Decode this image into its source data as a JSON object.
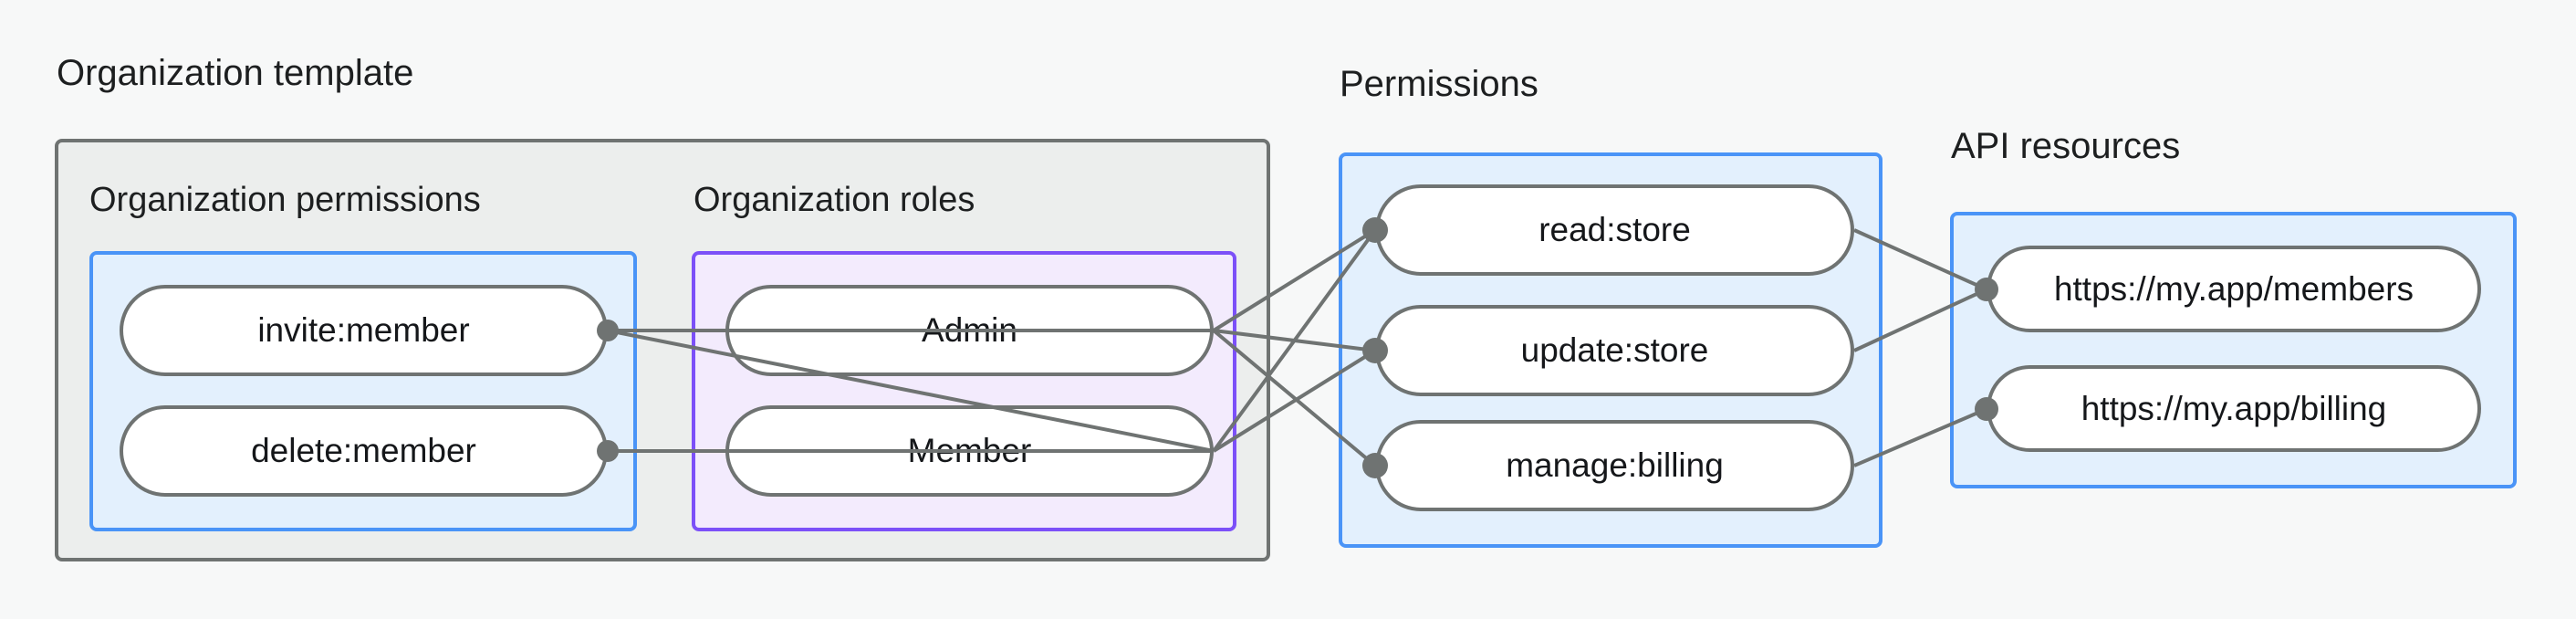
{
  "diagram": {
    "title_bar": "Organization template",
    "groups": {
      "org_template": {
        "label": "Organization template",
        "border_color": "#6f7372",
        "fill_color": "#eceeed"
      },
      "org_permissions": {
        "label": "Organization permissions",
        "border_color": "#4a94f7",
        "fill_color": "#e3f0fd",
        "nodes": [
          {
            "label": "invite:member"
          },
          {
            "label": "delete:member"
          }
        ]
      },
      "org_roles": {
        "label": "Organization roles",
        "border_color": "#7c50f8",
        "fill_color": "#f3ebfd",
        "nodes": [
          {
            "label": "Admin"
          },
          {
            "label": "Member"
          }
        ]
      },
      "permissions": {
        "label": "Permissions",
        "border_color": "#4a94f7",
        "fill_color": "#e3f0fd",
        "nodes": [
          {
            "label": "read:store"
          },
          {
            "label": "update:store"
          },
          {
            "label": "manage:billing"
          }
        ]
      },
      "api_resources": {
        "label": "API resources",
        "border_color": "#4a94f7",
        "fill_color": "#e3f0fd",
        "nodes": [
          {
            "label": "https://my.app/members"
          },
          {
            "label": "https://my.app/billing"
          }
        ]
      }
    },
    "edges": [
      {
        "from": "invite:member",
        "to": "Admin"
      },
      {
        "from": "invite:member",
        "to": "Member"
      },
      {
        "from": "delete:member",
        "to": "Member"
      },
      {
        "from": "Admin",
        "to": "read:store"
      },
      {
        "from": "Admin",
        "to": "update:store"
      },
      {
        "from": "Admin",
        "to": "manage:billing"
      },
      {
        "from": "Member",
        "to": "read:store"
      },
      {
        "from": "Member",
        "to": "update:store"
      },
      {
        "from": "read:store",
        "to": "https://my.app/members"
      },
      {
        "from": "update:store",
        "to": "https://my.app/members"
      },
      {
        "from": "manage:billing",
        "to": "https://my.app/billing"
      }
    ],
    "edge_color": "#6f7372",
    "background_color": "#f7f8f8"
  }
}
